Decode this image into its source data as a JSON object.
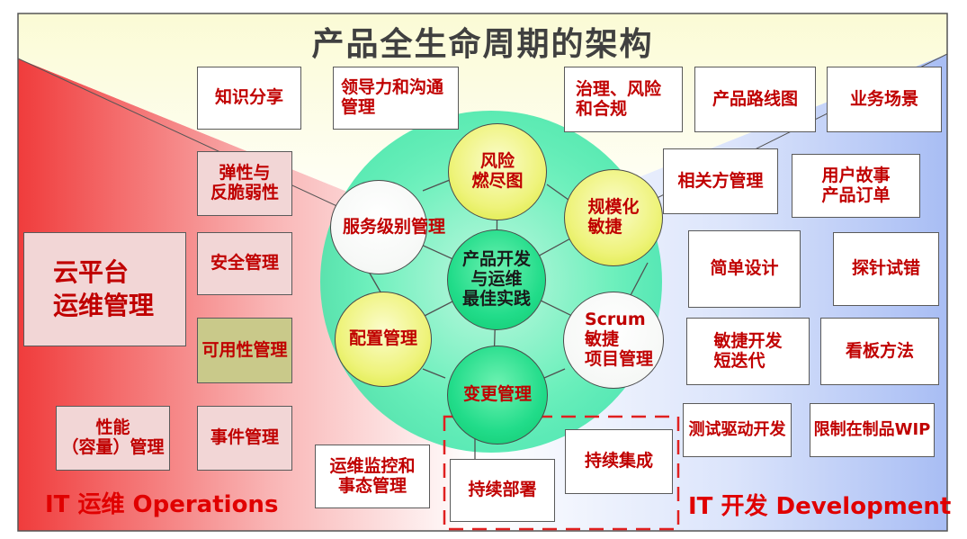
{
  "title": "产品全生命周期的架构",
  "labels": {
    "ops": "IT 运维 Operations",
    "dev": "IT 开发 Development"
  },
  "left_boxes": {
    "knowledge_sharing": "知识分享",
    "resilience": "弹性与\n反脆弱性",
    "cloud_ops": "云平台\n运维管理",
    "security": "安全管理",
    "availability": "可用性管理",
    "performance": "性能\n（容量）管理",
    "incident": "事件管理",
    "monitoring": "运维监控和\n事态管理"
  },
  "top_boxes": {
    "leadership": "领导力和沟通\n管理",
    "governance": "治理、风险\n和合规",
    "roadmap": "产品路线图",
    "scenario": "业务场景"
  },
  "right_boxes": {
    "stakeholder": "相关方管理",
    "user_story": "用户故事\n产品订单",
    "simple_design": "简单设计",
    "spike": "探针试错",
    "short_iteration": "敏捷开发\n短迭代",
    "kanban": "看板方法",
    "tdd": "测试驱动开发",
    "wip": "限制在制品WIP"
  },
  "bottom_boxes": {
    "ci": "持续集成",
    "cd": "持续部署"
  },
  "circles": {
    "center": "产品开发\n与运维\n最佳实践",
    "burndown": "风险\n燃尽图",
    "scale": "规模化\n敏捷",
    "scrum": "Scrum\n敏捷\n项目管理",
    "change": "变更管理",
    "config": "配置管理",
    "sla": "服务级别管理"
  },
  "colors": {
    "title_band": "#fbfbd5",
    "ops_red": "#f03c3c",
    "dev_blue": "#a8bdf4",
    "circle_yellow": "#e2ef3c",
    "circle_green": "#14d37c",
    "glow_green": "#7df0c0",
    "label_red": "#c00000"
  }
}
